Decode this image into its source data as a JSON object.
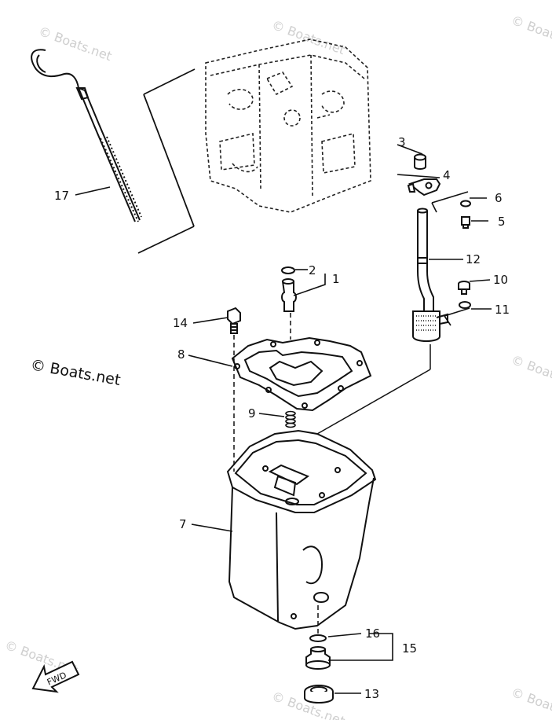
{
  "diagram": {
    "copyright": "© Boats.net",
    "watermark": "© Boats.net",
    "fwd_label": "FWD",
    "callouts": [
      "1",
      "2",
      "3",
      "4",
      "5",
      "6",
      "7",
      "8",
      "9",
      "10",
      "11",
      "12",
      "13",
      "14",
      "15",
      "16",
      "17"
    ]
  }
}
